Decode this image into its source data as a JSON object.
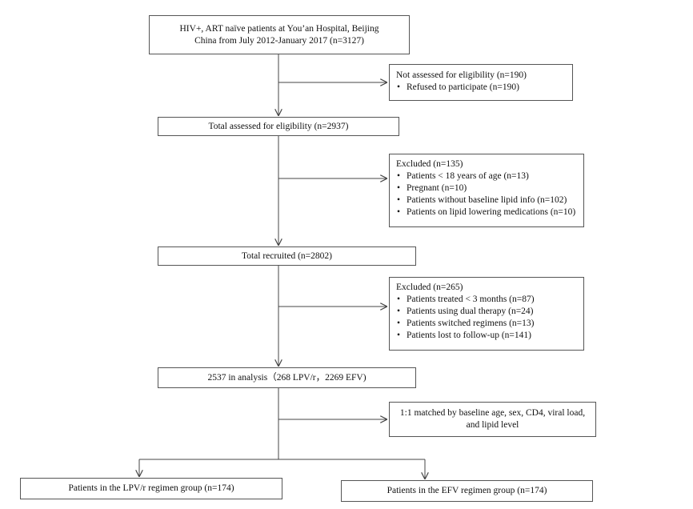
{
  "boxes": {
    "source": {
      "lines": [
        "HIV+, ART naïve patients at You’an Hospital, Beijing",
        "China from July 2012-January 2017 (n=3127)"
      ]
    },
    "not_assessed": {
      "heading": "Not assessed for eligibility (n=190)",
      "items": [
        "Refused to participate (n=190)"
      ]
    },
    "assessed": {
      "text": "Total assessed for eligibility (n=2937)"
    },
    "excluded_1": {
      "heading": "Excluded (n=135)",
      "items": [
        "Patients < 18 years of age (n=13)",
        "Pregnant (n=10)",
        "Patients without baseline lipid info (n=102)",
        "Patients on lipid lowering medications (n=10)"
      ]
    },
    "recruited": {
      "text": "Total recruited (n=2802)"
    },
    "excluded_2": {
      "heading": "Excluded (n=265)",
      "items": [
        "Patients treated < 3 months (n=87)",
        "Patients using dual therapy (n=24)",
        "Patients switched regimens (n=13)",
        "Patients lost to follow-up (n=141)"
      ]
    },
    "analysis": {
      "text": "2537 in analysis（268 LPV/r，2269 EFV)"
    },
    "matched": {
      "lines": [
        "1:1 matched by baseline age, sex, CD4, viral load,",
        "and lipid level"
      ]
    },
    "lpv_group": {
      "text": "Patients in the LPV/r regimen group (n=174)"
    },
    "efv_group": {
      "text": "Patients in the EFV regimen group (n=174)"
    }
  },
  "colors": {
    "border": "#555555",
    "arrow": "#444444",
    "text": "#111111"
  }
}
